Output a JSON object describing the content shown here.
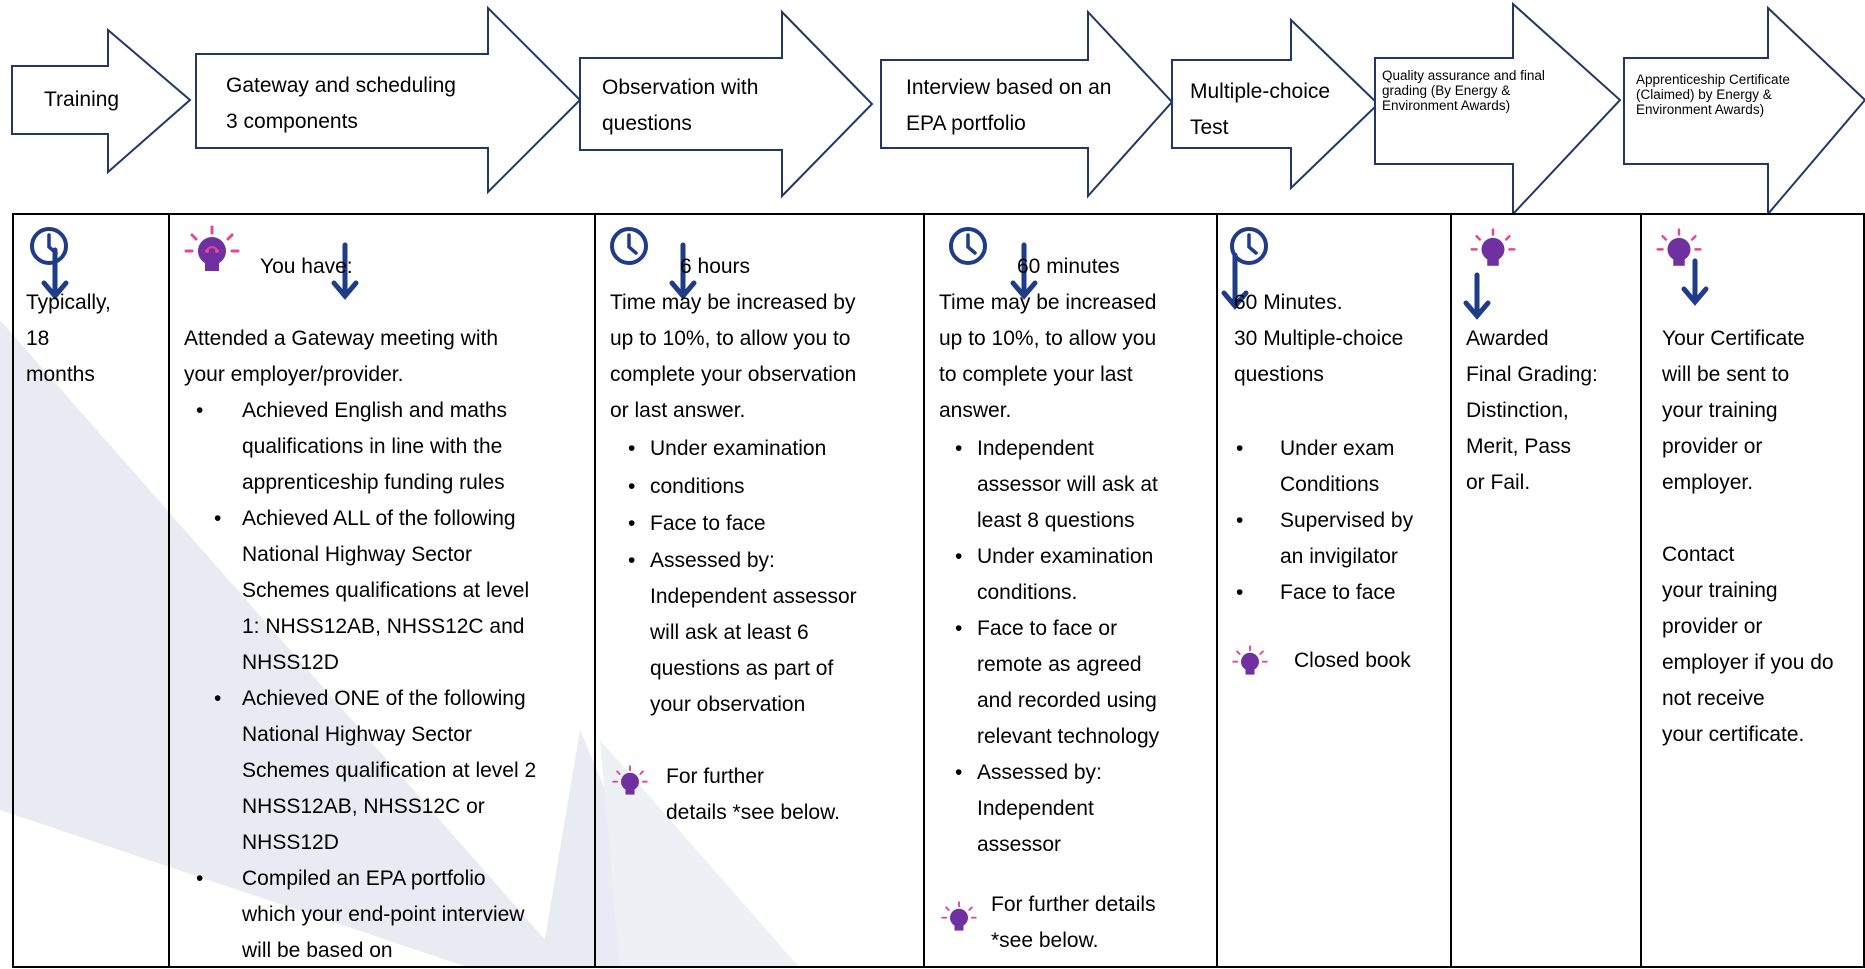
{
  "colors": {
    "arrow_stroke": "#1f3864",
    "icon_blue": "#1f3c88",
    "bulb_purple": "#7030a0",
    "bulb_pink": "#e0479e",
    "watermark": "#e8ebf2"
  },
  "steps": [
    {
      "label": "Training"
    },
    {
      "line1": "Gateway and scheduling",
      "line2": "3 components"
    },
    {
      "line1": "Observation with",
      "line2": "questions"
    },
    {
      "line1": "Interview based on an",
      "line2": "EPA portfolio"
    },
    {
      "line1": "Multiple-choice",
      "line2": "Test"
    },
    {
      "l1": "Quality assurance and final",
      "l2": "grading (By Energy &",
      "l3": "Environment Awards)"
    },
    {
      "l1": "Apprenticeship Certificate",
      "l2": "(Claimed) by Energy &",
      "l3": "Environment Awards)"
    }
  ],
  "columns": {
    "training": {
      "icon": "clock-icon",
      "l1": "Typically,",
      "l2": "18",
      "l3": "months"
    },
    "gateway": {
      "icon": "lightbulb-icon",
      "heading": "You have:",
      "p1": "Attended a Gateway meeting with",
      "p2": "your employer/provider.",
      "b1": [
        "Achieved English and maths",
        "qualifications in line with the",
        "apprenticeship funding rules"
      ],
      "b2": [
        "Achieved ALL of the following",
        "National Highway Sector",
        "Schemes qualifications at level",
        "1: NHSS12AB, NHSS12C and",
        "NHSS12D"
      ],
      "b3": [
        "Achieved ONE of the following",
        "National Highway Sector",
        "Schemes qualification at level 2",
        "NHSS12AB, NHSS12C or",
        "NHSS12D"
      ],
      "b4": [
        "Compiled an EPA portfolio",
        "which your end-point interview",
        "will be based on"
      ]
    },
    "observation": {
      "icon": "clock-icon",
      "duration": "6 hours",
      "p": [
        "Time may be increased by",
        "up to 10%, to allow you to",
        "complete your observation",
        "or last answer."
      ],
      "bullets": [
        "Under examination",
        "conditions",
        "Face to face"
      ],
      "b4": [
        "Assessed by:",
        "Independent assessor",
        "will ask at least 6",
        "questions as part of",
        "your observation"
      ],
      "note": [
        "For further",
        "details *see below."
      ]
    },
    "interview": {
      "icon": "clock-icon",
      "duration": "60 minutes",
      "p": [
        "Time may be increased",
        "up to 10%, to allow you",
        "to complete your last",
        "answer."
      ],
      "b1": [
        "Independent",
        "assessor will ask at",
        "least 8 questions"
      ],
      "b2": [
        "Under examination",
        "conditions."
      ],
      "b3": [
        "Face to face or",
        "remote as agreed",
        "and recorded using",
        "relevant technology"
      ],
      "b4": [
        "Assessed by:",
        "Independent",
        "assessor"
      ],
      "note": [
        "For further details",
        "*see below."
      ]
    },
    "mcq": {
      "icon": "clock-icon",
      "l1": "60  Minutes.",
      "l2": "30 Multiple-choice",
      "l3": "questions",
      "b1": [
        "Under exam",
        "Conditions"
      ],
      "b2": [
        "Supervised by",
        "an invigilator"
      ],
      "b3": [
        "Face to face"
      ],
      "note": "Closed book"
    },
    "qa": {
      "icon": "lightbulb-icon",
      "lines": [
        "Awarded",
        "Final Grading:",
        "Distinction,",
        "Merit, Pass",
        "or Fail."
      ]
    },
    "cert": {
      "icon": "lightbulb-icon",
      "lines": [
        "Your Certificate",
        "will be sent to",
        "your training",
        "provider or",
        "employer."
      ],
      "lines2": [
        "Contact",
        "your training",
        "provider or",
        "employer if you do",
        "not receive",
        "your certificate."
      ]
    }
  }
}
